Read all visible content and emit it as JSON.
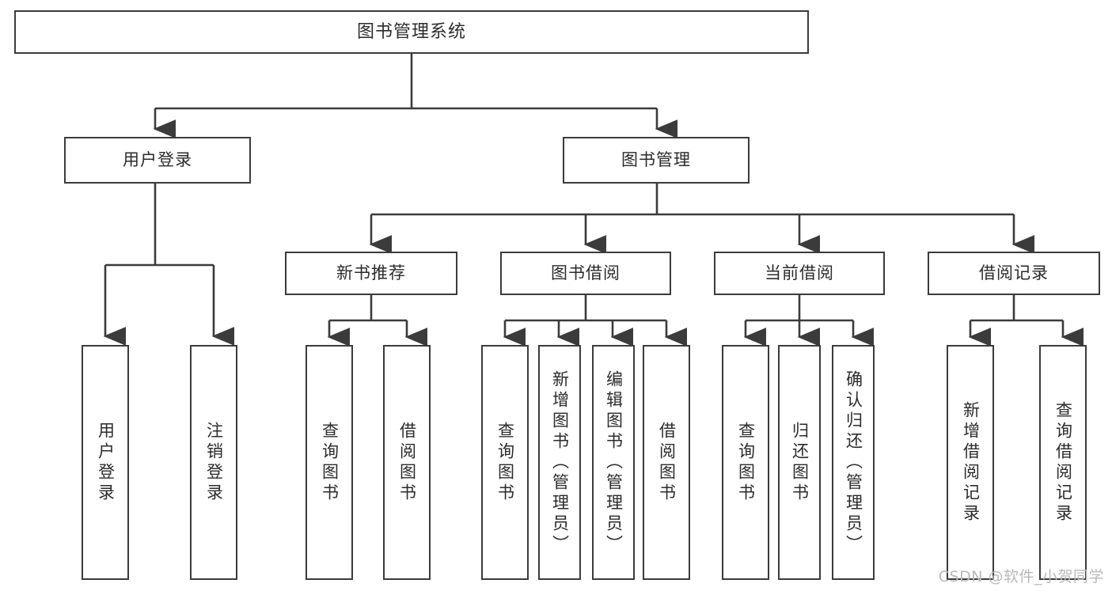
{
  "diagram": {
    "title": "图书管理系统",
    "type": "tree",
    "background_color": "#ffffff",
    "stroke_color": "#3b3b3b",
    "text_color": "#2b2b2b",
    "levels": 4,
    "root": {
      "label": "图书管理系统"
    },
    "level2": [
      {
        "label": "用户登录"
      },
      {
        "label": "图书管理"
      }
    ],
    "level3": [
      {
        "label": "新书推荐"
      },
      {
        "label": "图书借阅"
      },
      {
        "label": "当前借阅"
      },
      {
        "label": "借阅记录"
      }
    ],
    "leaves": {
      "user_login": [
        {
          "label": "用户登录"
        },
        {
          "label": "注销登录"
        }
      ],
      "new_book_recommend": [
        {
          "label": "查询图书"
        },
        {
          "label": "借阅图书"
        }
      ],
      "book_borrow": [
        {
          "label": "查询图书"
        },
        {
          "label": "新增图书（管理员）"
        },
        {
          "label": "编辑图书（管理员）"
        },
        {
          "label": "借阅图书"
        }
      ],
      "current_borrow": [
        {
          "label": "查询图书"
        },
        {
          "label": "归还图书"
        },
        {
          "label": "确认归还（管理员）"
        }
      ],
      "borrow_record": [
        {
          "label": "新增借阅记录"
        },
        {
          "label": "查询借阅记录"
        }
      ]
    }
  },
  "watermark": {
    "text": "CSDN @软件_小贺同学"
  }
}
